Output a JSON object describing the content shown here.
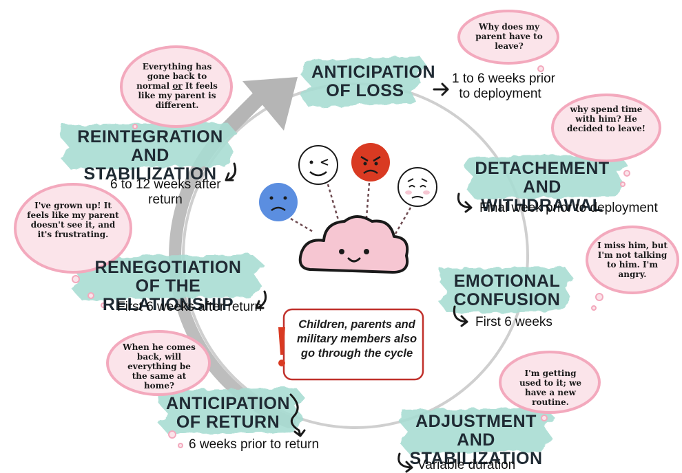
{
  "stages": [
    {
      "id": "anticipation-of-loss",
      "title_line1": "ANTICIPATION",
      "title_line2": "OF LOSS",
      "time": "1 to 6 weeks prior to deployment",
      "time_line1": "1 to 6 weeks prior",
      "time_line2": "to deployment",
      "thought": "Why does my parent have to leave?"
    },
    {
      "id": "detachment-and-withdrawal",
      "title_line1": "DETACHEMENT",
      "title_line2": "AND WITHDRAWAL",
      "time": "Final week prior to deployment",
      "thought": "why spend time with him? He decided to leave!"
    },
    {
      "id": "emotional-confusion",
      "title_line1": "EMOTIONAL",
      "title_line2": "CONFUSION",
      "time": "First 6 weeks",
      "thought": "I miss him, but I'm not talking to him. I'm angry."
    },
    {
      "id": "adjustment-and-stabilization",
      "title_line1": "ADJUSTMENT",
      "title_line2": "AND STABILIZATION",
      "time": "Variable duration",
      "thought": "I'm getting used to it; we have a new routine."
    },
    {
      "id": "anticipation-of-return",
      "title_line1": "ANTICIPATION",
      "title_line2": "OF RETURN",
      "time": "6 weeks prior to return",
      "thought": "When he comes back, will everything be the same at home?"
    },
    {
      "id": "renegotiation-of-the-relationship",
      "title_line1": "RENEGOTIATION",
      "title_line2": "OF THE RELATIONSHIP",
      "time": "First 6 weeks after return",
      "thought": "I've grown up! It feels like my parent doesn't see it, and it's frustrating."
    },
    {
      "id": "reintegration-and-stabilization",
      "title_line1": "REINTEGRATION",
      "title_line2": "AND STABILIZATION",
      "time": "6 to 12 weeks after return",
      "time_line1": "6 to 12 weeks after",
      "time_line2": "return",
      "thought": "Everything has gone back to normal or It feels like my parent is different.",
      "thought_part1": "Everything has gone back to normal ",
      "thought_or": "or",
      "thought_part2": " It feels like my parent is different."
    }
  ],
  "note": {
    "text": "Children, parents and military members also go through the cycle",
    "mark": "!"
  },
  "colors": {
    "brush": "#a9ddd3",
    "cloud_fill": "#fbe4ea",
    "cloud_edge": "#f3a9bd",
    "cycle_gray": "#c8c8c8",
    "note_border": "#c0302b",
    "face_blue": "#5b8ee0",
    "face_red": "#d93a22",
    "center_cloud": "#f6c6d2"
  }
}
